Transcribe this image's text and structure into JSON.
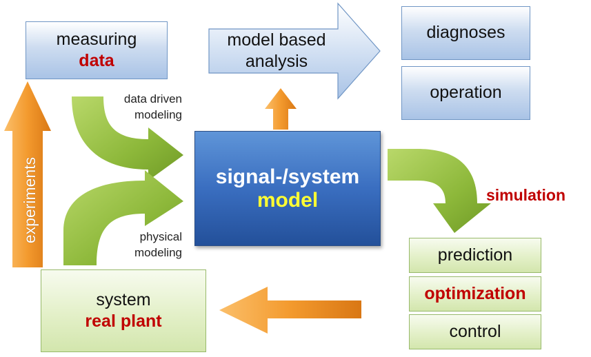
{
  "measuring": {
    "line1": "measuring",
    "line2": "data"
  },
  "analysis": {
    "line1": "model based",
    "line2": "analysis"
  },
  "diagnoses": "diagnoses",
  "operation": "operation",
  "data_driven": {
    "line1": "data driven",
    "line2": "modeling"
  },
  "physical": {
    "line1": "physical",
    "line2": "modeling"
  },
  "core": {
    "line1": "signal-/system",
    "line2": "model"
  },
  "simulation": "simulation",
  "experiments": "experiments",
  "prediction": "prediction",
  "optimization": "optimization",
  "control": "control",
  "system": {
    "line1": "system",
    "line2": "real plant"
  },
  "colors": {
    "blue_box": "#a9c3e6",
    "green_box": "#d3e6ad",
    "orange_arrow": "#f39a2e",
    "green_arrow": "#8db83a",
    "core_box": "#3a6ec0",
    "highlight_red": "#c00000",
    "highlight_yellow": "#ffff33"
  }
}
